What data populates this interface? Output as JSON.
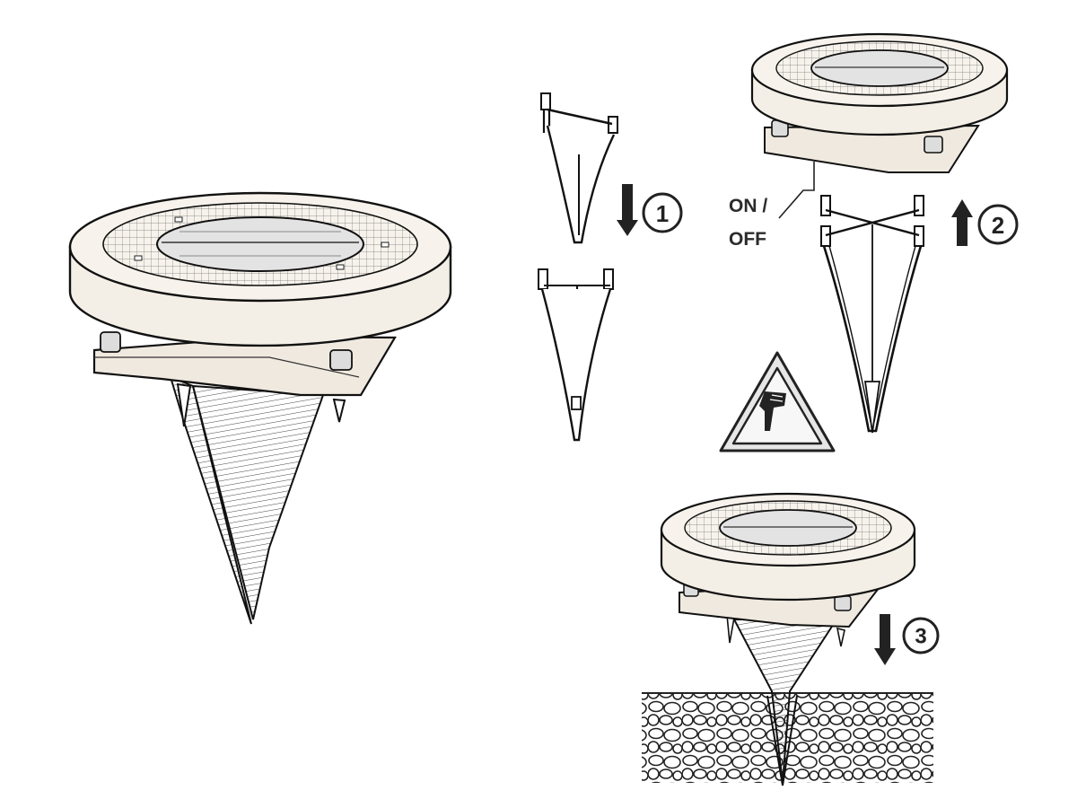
{
  "labels": {
    "switch_line1": "ON /",
    "switch_line2": "OFF"
  },
  "steps": [
    "1",
    "2",
    "3"
  ],
  "colors": {
    "ink": "#1c1c1c",
    "lamp_body": "#f4efe6",
    "solar_panel": "#d9d9d9",
    "warning_fill": "#e6e6e6"
  },
  "icons": {
    "warning": "caution-sharp-edges-icon"
  }
}
